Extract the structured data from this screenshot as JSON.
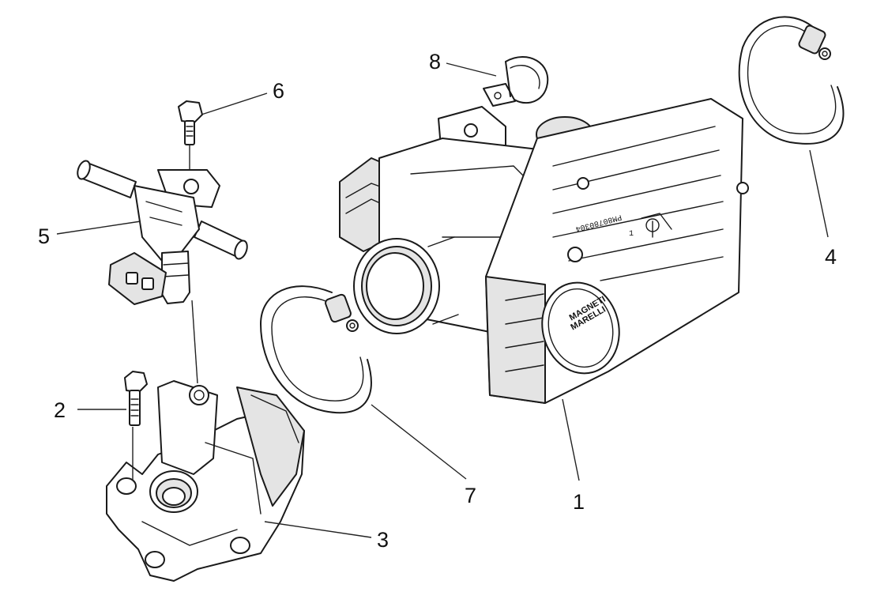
{
  "callouts": [
    {
      "id": "1",
      "label": "1"
    },
    {
      "id": "2",
      "label": "2"
    },
    {
      "id": "3",
      "label": "3"
    },
    {
      "id": "4",
      "label": "4"
    },
    {
      "id": "5",
      "label": "5"
    },
    {
      "id": "6",
      "label": "6"
    },
    {
      "id": "7",
      "label": "7"
    },
    {
      "id": "8",
      "label": "8"
    }
  ],
  "throttle_body": {
    "brand_line_1": "MAGNETI",
    "brand_line_2": "MARELLI",
    "part_code": "PM80780304",
    "marker": "1"
  }
}
